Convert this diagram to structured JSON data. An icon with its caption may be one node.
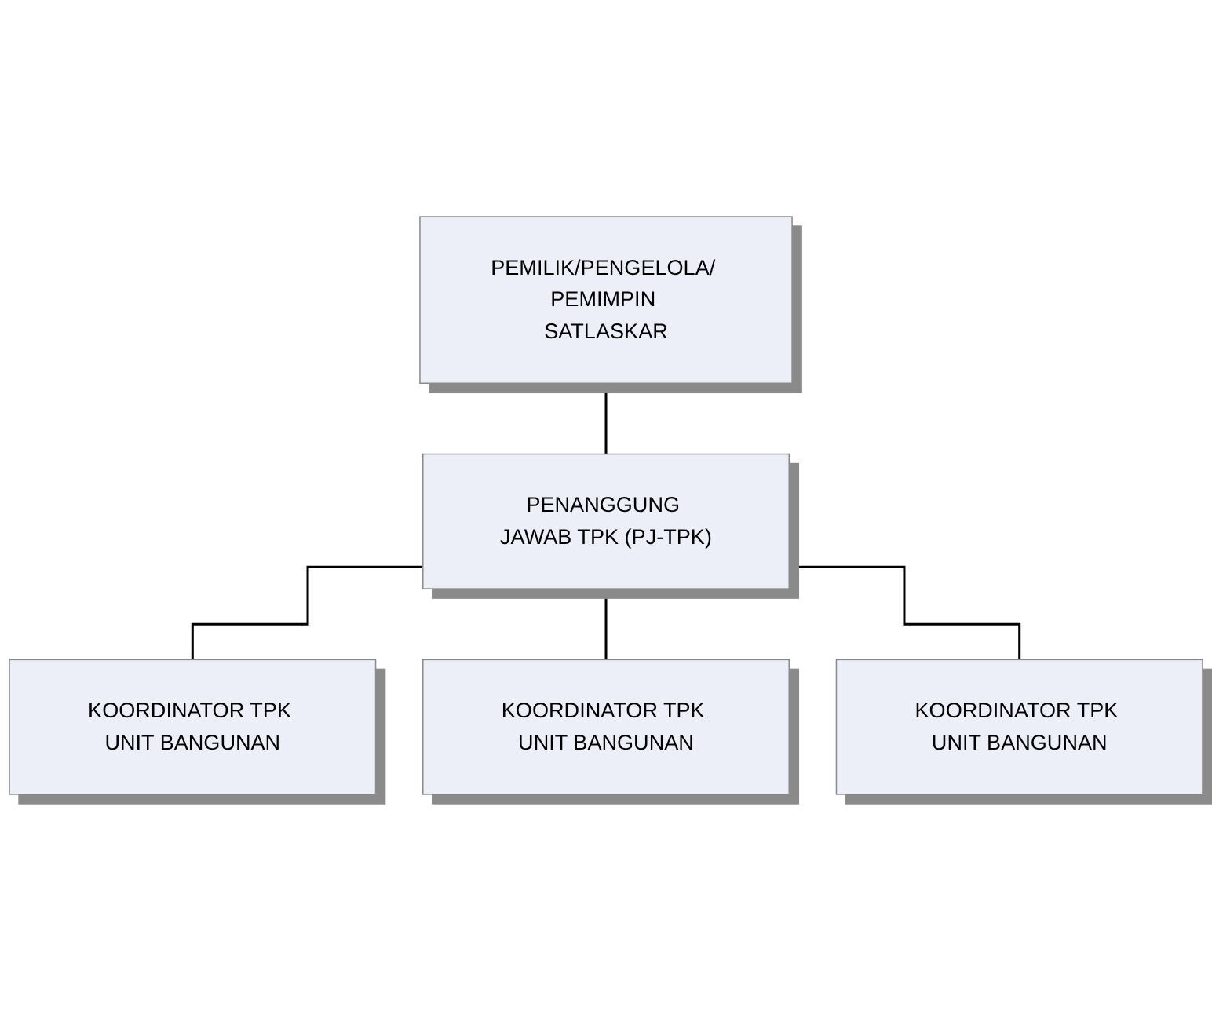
{
  "diagram": {
    "nodes": [
      {
        "text": [
          "PEMILIK/PENGELOLA/ PEMIMPIN SATLASKAR"
        ]
      },
      {
        "text": [
          "PENANGGUNG JAWAB TPK (PJ-TPK)"
        ]
      },
      {
        "text": [
          "KOORDINATOR TPK UNIT BANGUNAN"
        ]
      },
      {
        "text": [
          "KOORDINATOR TPK UNIT BANGUNAN"
        ]
      },
      {
        "text": [
          "KOORDINATOR TPK UNIT BANGUNAN"
        ]
      }
    ],
    "edges": [
      {
        "from": 0,
        "to": 1,
        "arrow": "none"
      },
      {
        "from": 1,
        "to": 2,
        "arrow": "none"
      },
      {
        "from": 1,
        "to": 3,
        "arrow": "none"
      },
      {
        "from": 1,
        "to": 4,
        "arrow": "none"
      }
    ]
  }
}
